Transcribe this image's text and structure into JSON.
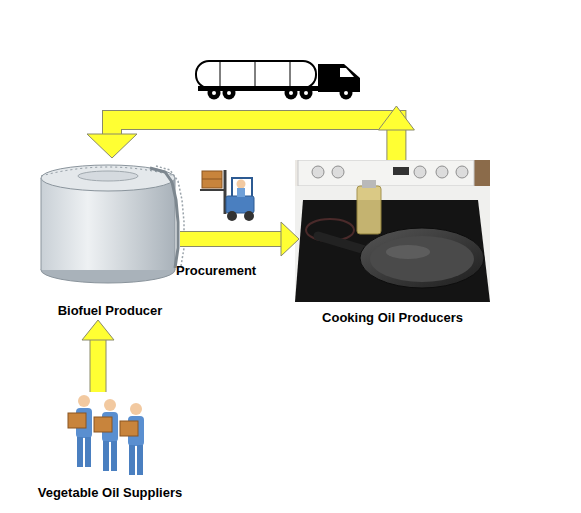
{
  "diagram": {
    "nodes": [
      {
        "text": [
          "Biofuel Producer"
        ]
      },
      {
        "text": [
          "Cooking Oil Producers"
        ]
      },
      {
        "text": [
          "Vegetable Oil Suppliers"
        ]
      }
    ],
    "edges": [
      {
        "from": 2,
        "to": 0,
        "arrow": "to"
      },
      {
        "from": 0,
        "to": 1,
        "arrow": "to",
        "label": "Procurement"
      },
      {
        "from": 1,
        "to": 0,
        "arrow": "to"
      }
    ]
  }
}
